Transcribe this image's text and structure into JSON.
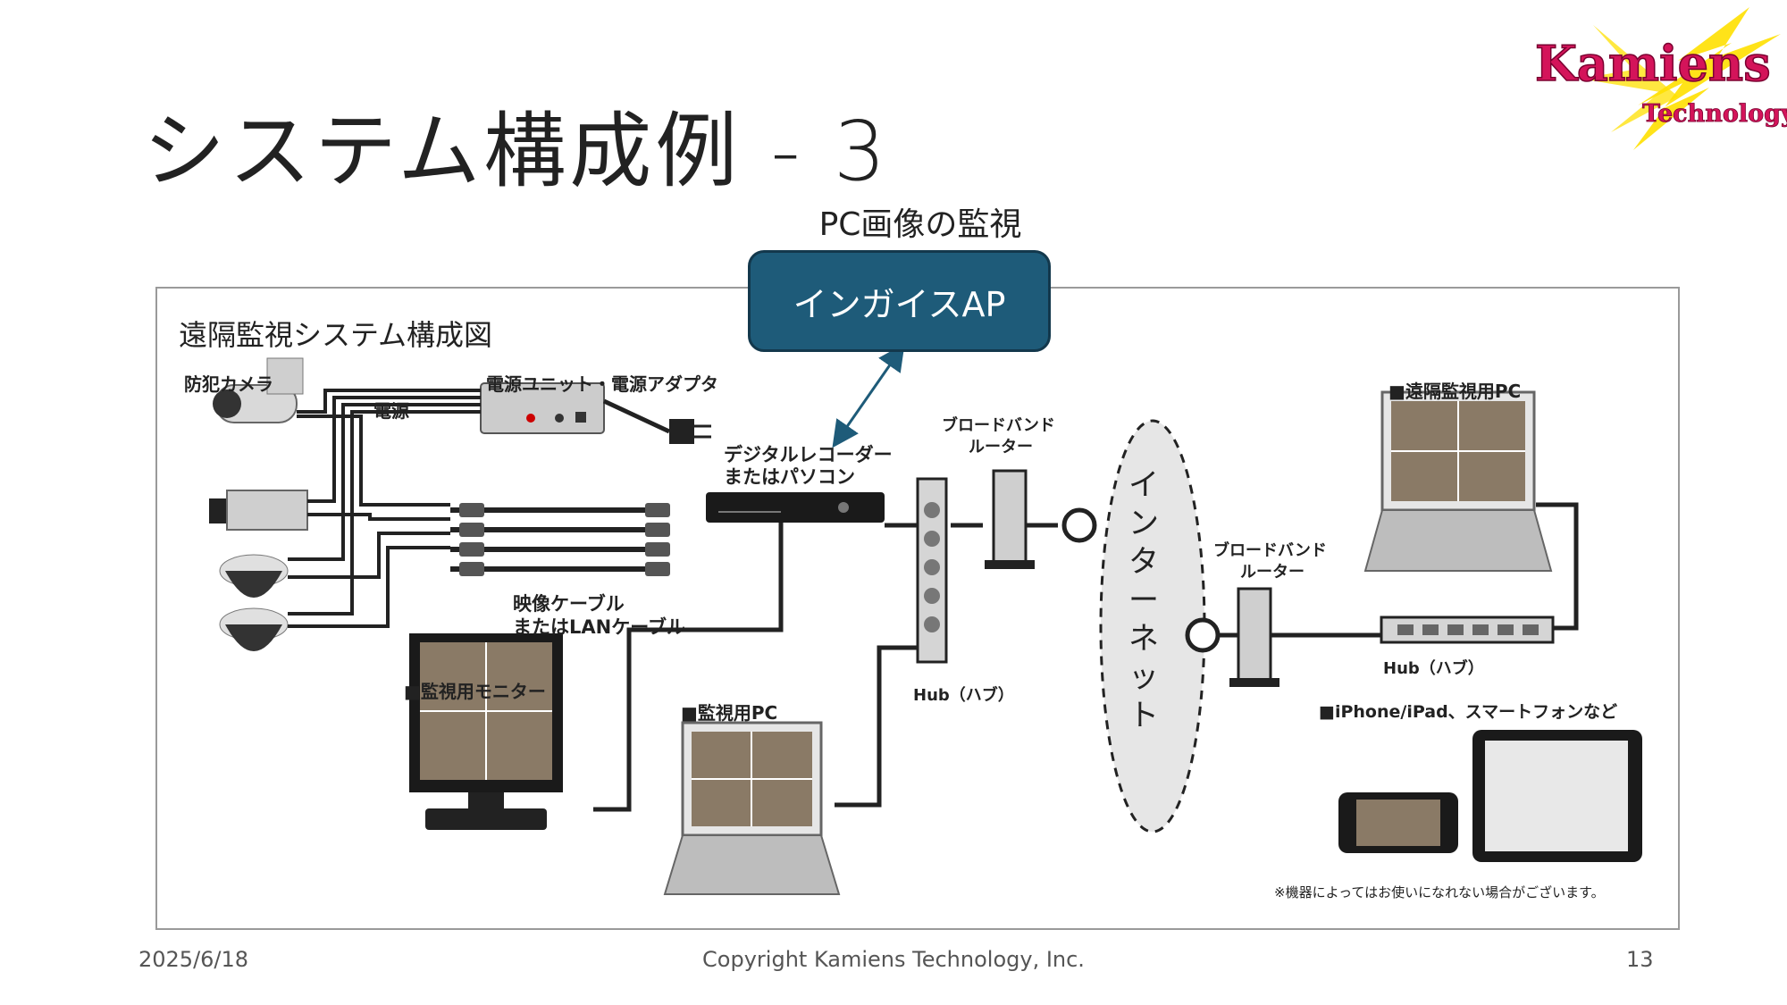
{
  "slide": {
    "title": "システム構成例 - 3",
    "caption": "PC画像の監視",
    "ap_box_label": "インガイスAP"
  },
  "logo": {
    "word1": "Kamiens",
    "word2": "Technology"
  },
  "diagram": {
    "title": "遠隔監視システム構成図",
    "camera_label": "防犯カメラ",
    "power_label": "電源",
    "power_unit_label": "電源ユニット・電源アダプタ",
    "recorder_label_line1": "デジタルレコーダー",
    "recorder_label_line2": "またはパソコン",
    "router1_line1": "ブロードバンド",
    "router1_line2": "ルーター",
    "router2_line1": "ブロードバンド",
    "router2_line2": "ルーター",
    "internet_label": "インターネット",
    "cable_line1": "映像ケーブル",
    "cable_line2": "またはLANケーブル",
    "monitor_label": "■監視用モニター",
    "monitor_pc_label": "■監視用PC",
    "hub1_label": "Hub（ハブ）",
    "hub2_label": "Hub（ハブ）",
    "remote_pc_label": "■遠隔監視用PC",
    "mobile_label": "■iPhone/iPad、スマートフォンなど",
    "note": "※機器によってはお使いになれない場合がございます。"
  },
  "footer": {
    "date": "2025/6/18",
    "copyright": "Copyright Kamiens Technology, Inc.",
    "page": "13"
  },
  "colors": {
    "ap_box": "#1e5b79",
    "logo_pink": "#d4145a",
    "logo_yellow": "#ffe000",
    "arrow": "#1e5b79"
  }
}
